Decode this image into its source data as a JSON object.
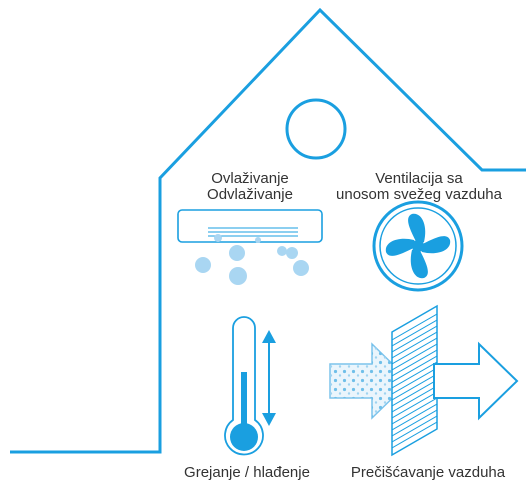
{
  "labels": {
    "humidity_line1": "Ovlaživanje",
    "humidity_line2": "Odvlaživanje",
    "ventilation_line1": "Ventilacija sa",
    "ventilation_line2": "unosom svežeg vazduha",
    "heating_cooling": "Grejanje / hlađenje",
    "purification": "Prečišćavanje vazduha"
  },
  "colors": {
    "accent": "#1a9fe0",
    "light_accent": "#a9d6f2",
    "dots": "#c8e6f7",
    "text": "#333333"
  },
  "icons": [
    "house-outline",
    "round-window-icon",
    "air-conditioner-icon",
    "fan-icon",
    "thermometer-icon",
    "up-down-arrow-icon",
    "air-filter-icon",
    "airflow-arrow-icon"
  ]
}
